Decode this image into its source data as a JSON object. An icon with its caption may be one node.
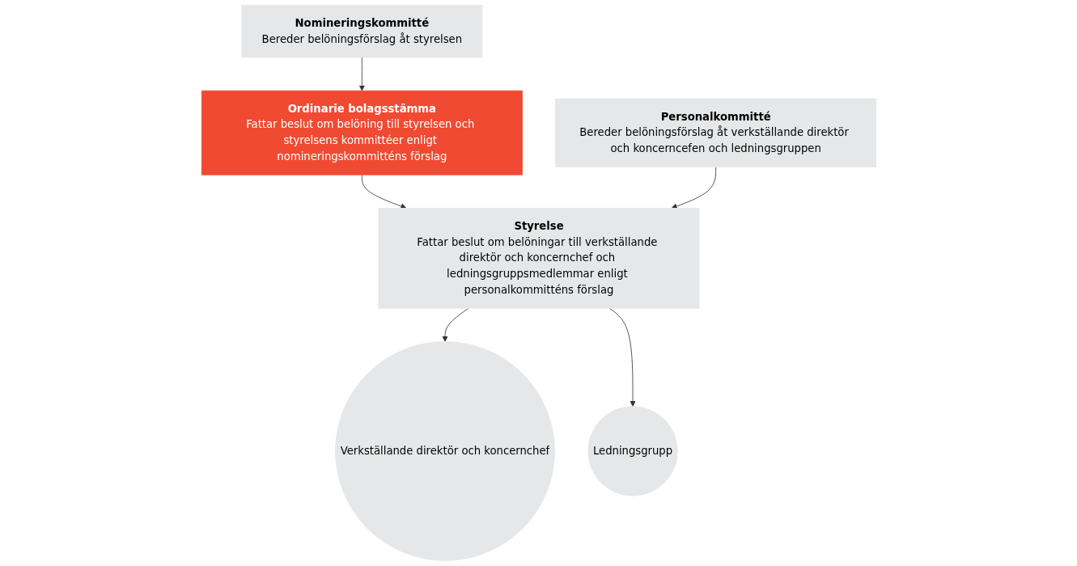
{
  "diagram": {
    "nodes": [
      {
        "text": [
          "Ordinarie bolagsstämma",
          "Fattar beslut om belöning till styrelsen och styrelsens kommittéer enligt nomineringskommitténs förslag"
        ]
      },
      {
        "text": [
          "Styrelse",
          "Fattar beslut om belöningar till verkställande direktör och koncernchef och ledningsgruppsmedlemmar enligt personalkommitténs förslag"
        ]
      },
      {
        "text": [
          "Nomineringskommitté",
          "Bereder belöningsförslag åt styrelsen"
        ]
      },
      {
        "text": [
          "Personalkommitté",
          "Bereder belöningsförslag åt verkställande direktör och koncerncefen och ledningsgruppen"
        ]
      },
      {
        "text": [
          "Verkställande direktör och koncernchef"
        ]
      },
      {
        "text": [
          "Ledningsgrupp"
        ]
      }
    ],
    "edges": [
      {
        "from": 0,
        "to": 1,
        "arrow": "to"
      },
      {
        "from": 2,
        "to": 0,
        "arrow": "to"
      },
      {
        "from": 3,
        "to": 1,
        "arrow": "to"
      },
      {
        "from": 1,
        "to": 4,
        "arrow": "to"
      },
      {
        "from": 1,
        "to": 5,
        "arrow": "to"
      }
    ]
  }
}
